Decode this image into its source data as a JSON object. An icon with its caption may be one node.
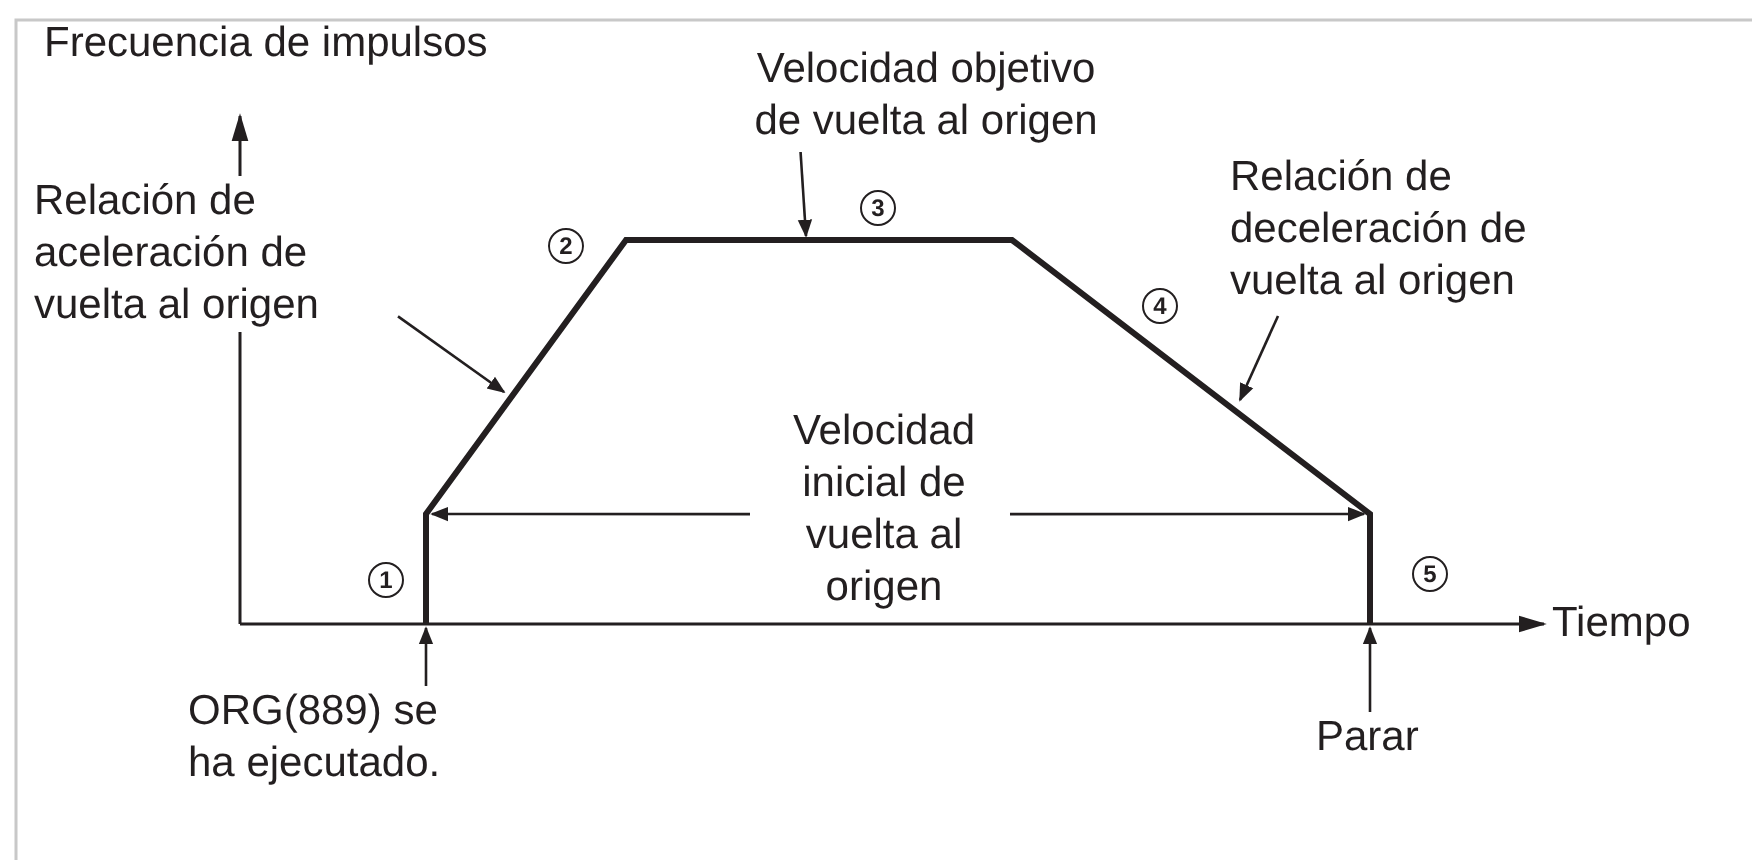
{
  "diagram": {
    "nodes": [
      {
        "text": [
          "Velocidad objetivo de vuelta al origen"
        ]
      },
      {
        "text": [
          "Relación de aceleración de vuelta al origen"
        ]
      },
      {
        "text": [
          "Relación de deceleración de vuelta al origen"
        ]
      },
      {
        "text": [
          "Velocidad inicial de vuelta al origen"
        ]
      },
      {
        "text": [
          "ORG(889) se ha ejecutado."
        ]
      },
      {
        "text": [
          "Parar"
        ]
      }
    ],
    "edges": [
      {
        "from": 0,
        "to": null,
        "arrow": "to"
      },
      {
        "from": 1,
        "to": null,
        "arrow": "to"
      },
      {
        "from": 2,
        "to": null,
        "arrow": "to"
      },
      {
        "from": 3,
        "to": null,
        "arrow": "to"
      },
      {
        "from": 3,
        "to": null,
        "arrow": "to"
      },
      {
        "from": 4,
        "to": null,
        "arrow": "to"
      },
      {
        "from": 5,
        "to": null,
        "arrow": "to"
      }
    ],
    "labels": [
      "Frecuencia de impulsos",
      "3",
      "2",
      "4",
      "1",
      "5",
      "Tiempo"
    ]
  }
}
